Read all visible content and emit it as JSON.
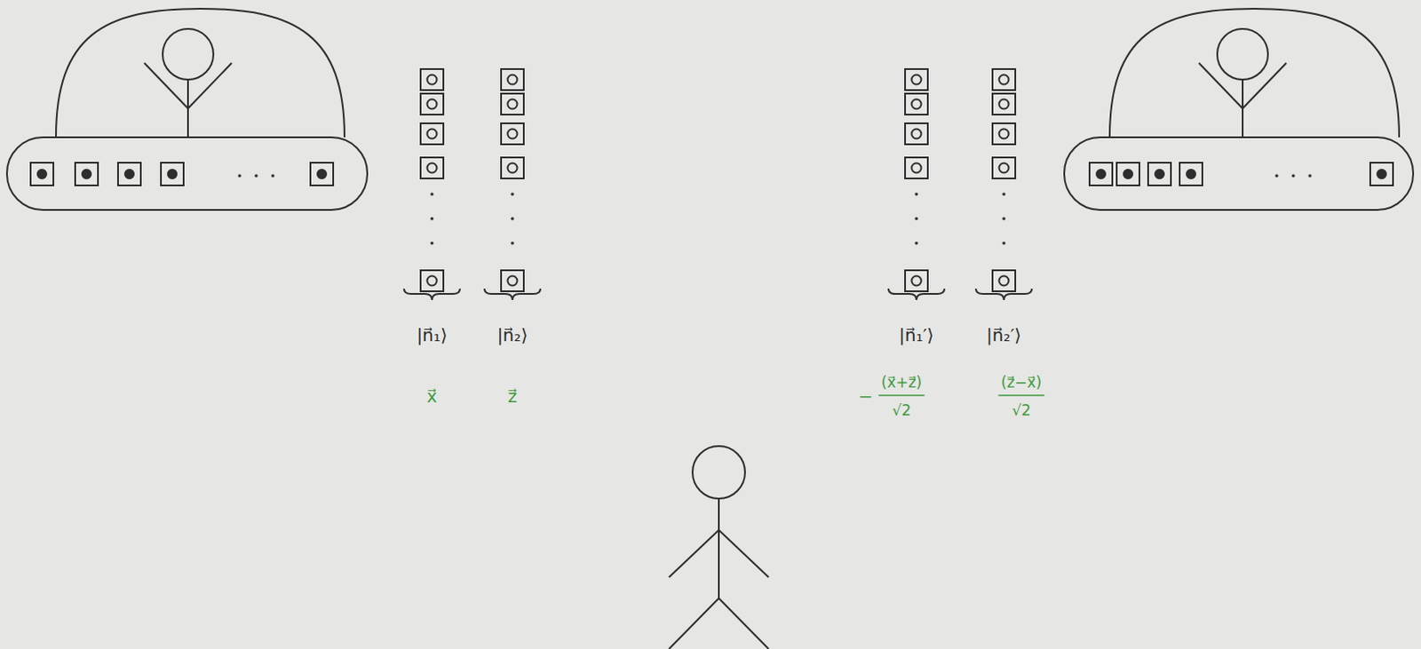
{
  "diagram": {
    "labels": [
      "|n⃗₁⟩",
      "|n⃗₂⟩",
      "x⃗",
      "z⃗",
      "|n⃗₁′⟩",
      "|n⃗₂′⟩",
      "−",
      "(x⃗+z⃗)",
      "√2",
      "(z⃗−x⃗)",
      "√2"
    ]
  }
}
